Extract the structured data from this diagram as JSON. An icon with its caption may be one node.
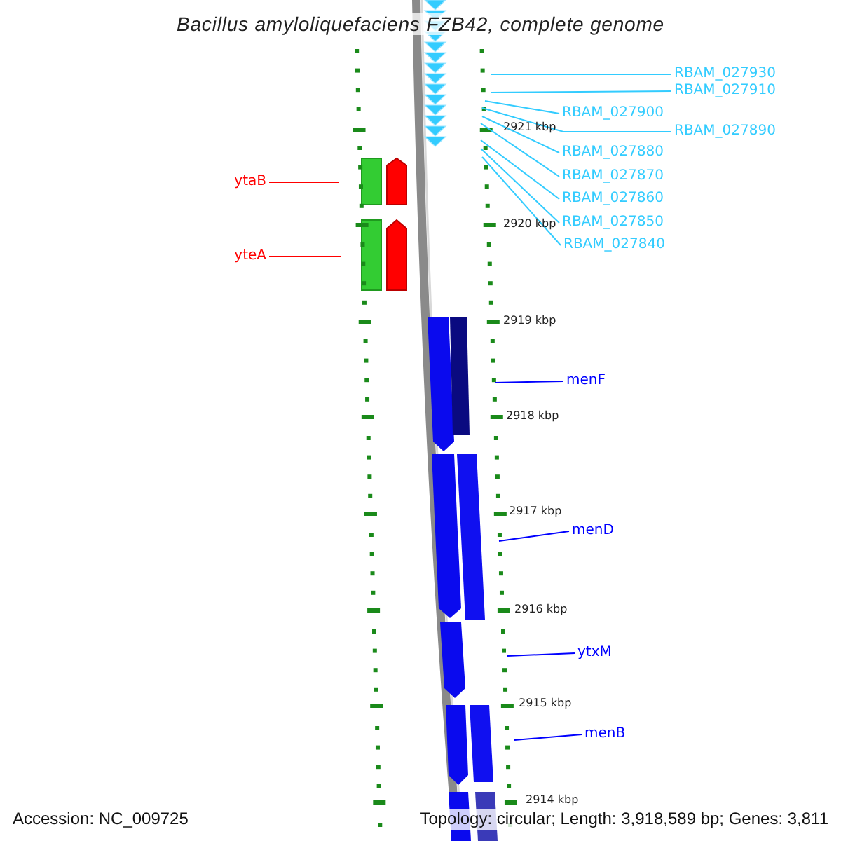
{
  "diagram": {
    "title": "Bacillus amyloliquefaciens FZB42, complete genome",
    "nodes": [
      {
        "text": [
          "ytaB"
        ]
      },
      {
        "text": [
          "yteA"
        ]
      },
      {
        "text": [
          "RBAM_027930"
        ]
      },
      {
        "text": [
          "RBAM_027910"
        ]
      },
      {
        "text": [
          "RBAM_027900"
        ]
      },
      {
        "text": [
          "RBAM_027890"
        ]
      },
      {
        "text": [
          "RBAM_027880"
        ]
      },
      {
        "text": [
          "RBAM_027870"
        ]
      },
      {
        "text": [
          "RBAM_027860"
        ]
      },
      {
        "text": [
          "RBAM_027850"
        ]
      },
      {
        "text": [
          "RBAM_027840"
        ]
      },
      {
        "text": [
          "menF"
        ]
      },
      {
        "text": [
          "menD"
        ]
      },
      {
        "text": [
          "ytxM"
        ]
      },
      {
        "text": [
          "menB"
        ]
      }
    ],
    "edges": [
      {
        "from": 0,
        "to": null,
        "arrow": "none",
        "color": "#ff0000"
      },
      {
        "from": 1,
        "to": null,
        "arrow": "none",
        "color": "#ff0000"
      },
      {
        "from": 2,
        "to": null,
        "arrow": "none"
      },
      {
        "from": 3,
        "to": null,
        "arrow": "none"
      },
      {
        "from": 4,
        "to": null,
        "arrow": "none"
      },
      {
        "from": 5,
        "to": null,
        "arrow": "none"
      },
      {
        "from": 6,
        "to": null,
        "arrow": "none"
      },
      {
        "from": 7,
        "to": null,
        "arrow": "none"
      },
      {
        "from": 8,
        "to": null,
        "arrow": "none"
      },
      {
        "from": 9,
        "to": null,
        "arrow": "none"
      },
      {
        "from": 10,
        "to": null,
        "arrow": "none"
      },
      {
        "from": 11,
        "to": null,
        "arrow": "none",
        "color": "#0000ff"
      },
      {
        "from": 12,
        "to": null,
        "arrow": "none",
        "color": "#0000ff"
      },
      {
        "from": 13,
        "to": null,
        "arrow": "none",
        "color": "#0000ff"
      },
      {
        "from": 14,
        "to": null,
        "arrow": "none",
        "color": "#0000ff"
      }
    ],
    "labels": [
      "2921 kbp",
      "2920 kbp",
      "2919 kbp",
      "2918 kbp",
      "2917 kbp",
      "2916 kbp",
      "2915 kbp",
      "2914 kbp",
      "Accession: NC_009725",
      "Topology: circular; Length: 3,918,589 bp; Genes: 3,811"
    ]
  }
}
